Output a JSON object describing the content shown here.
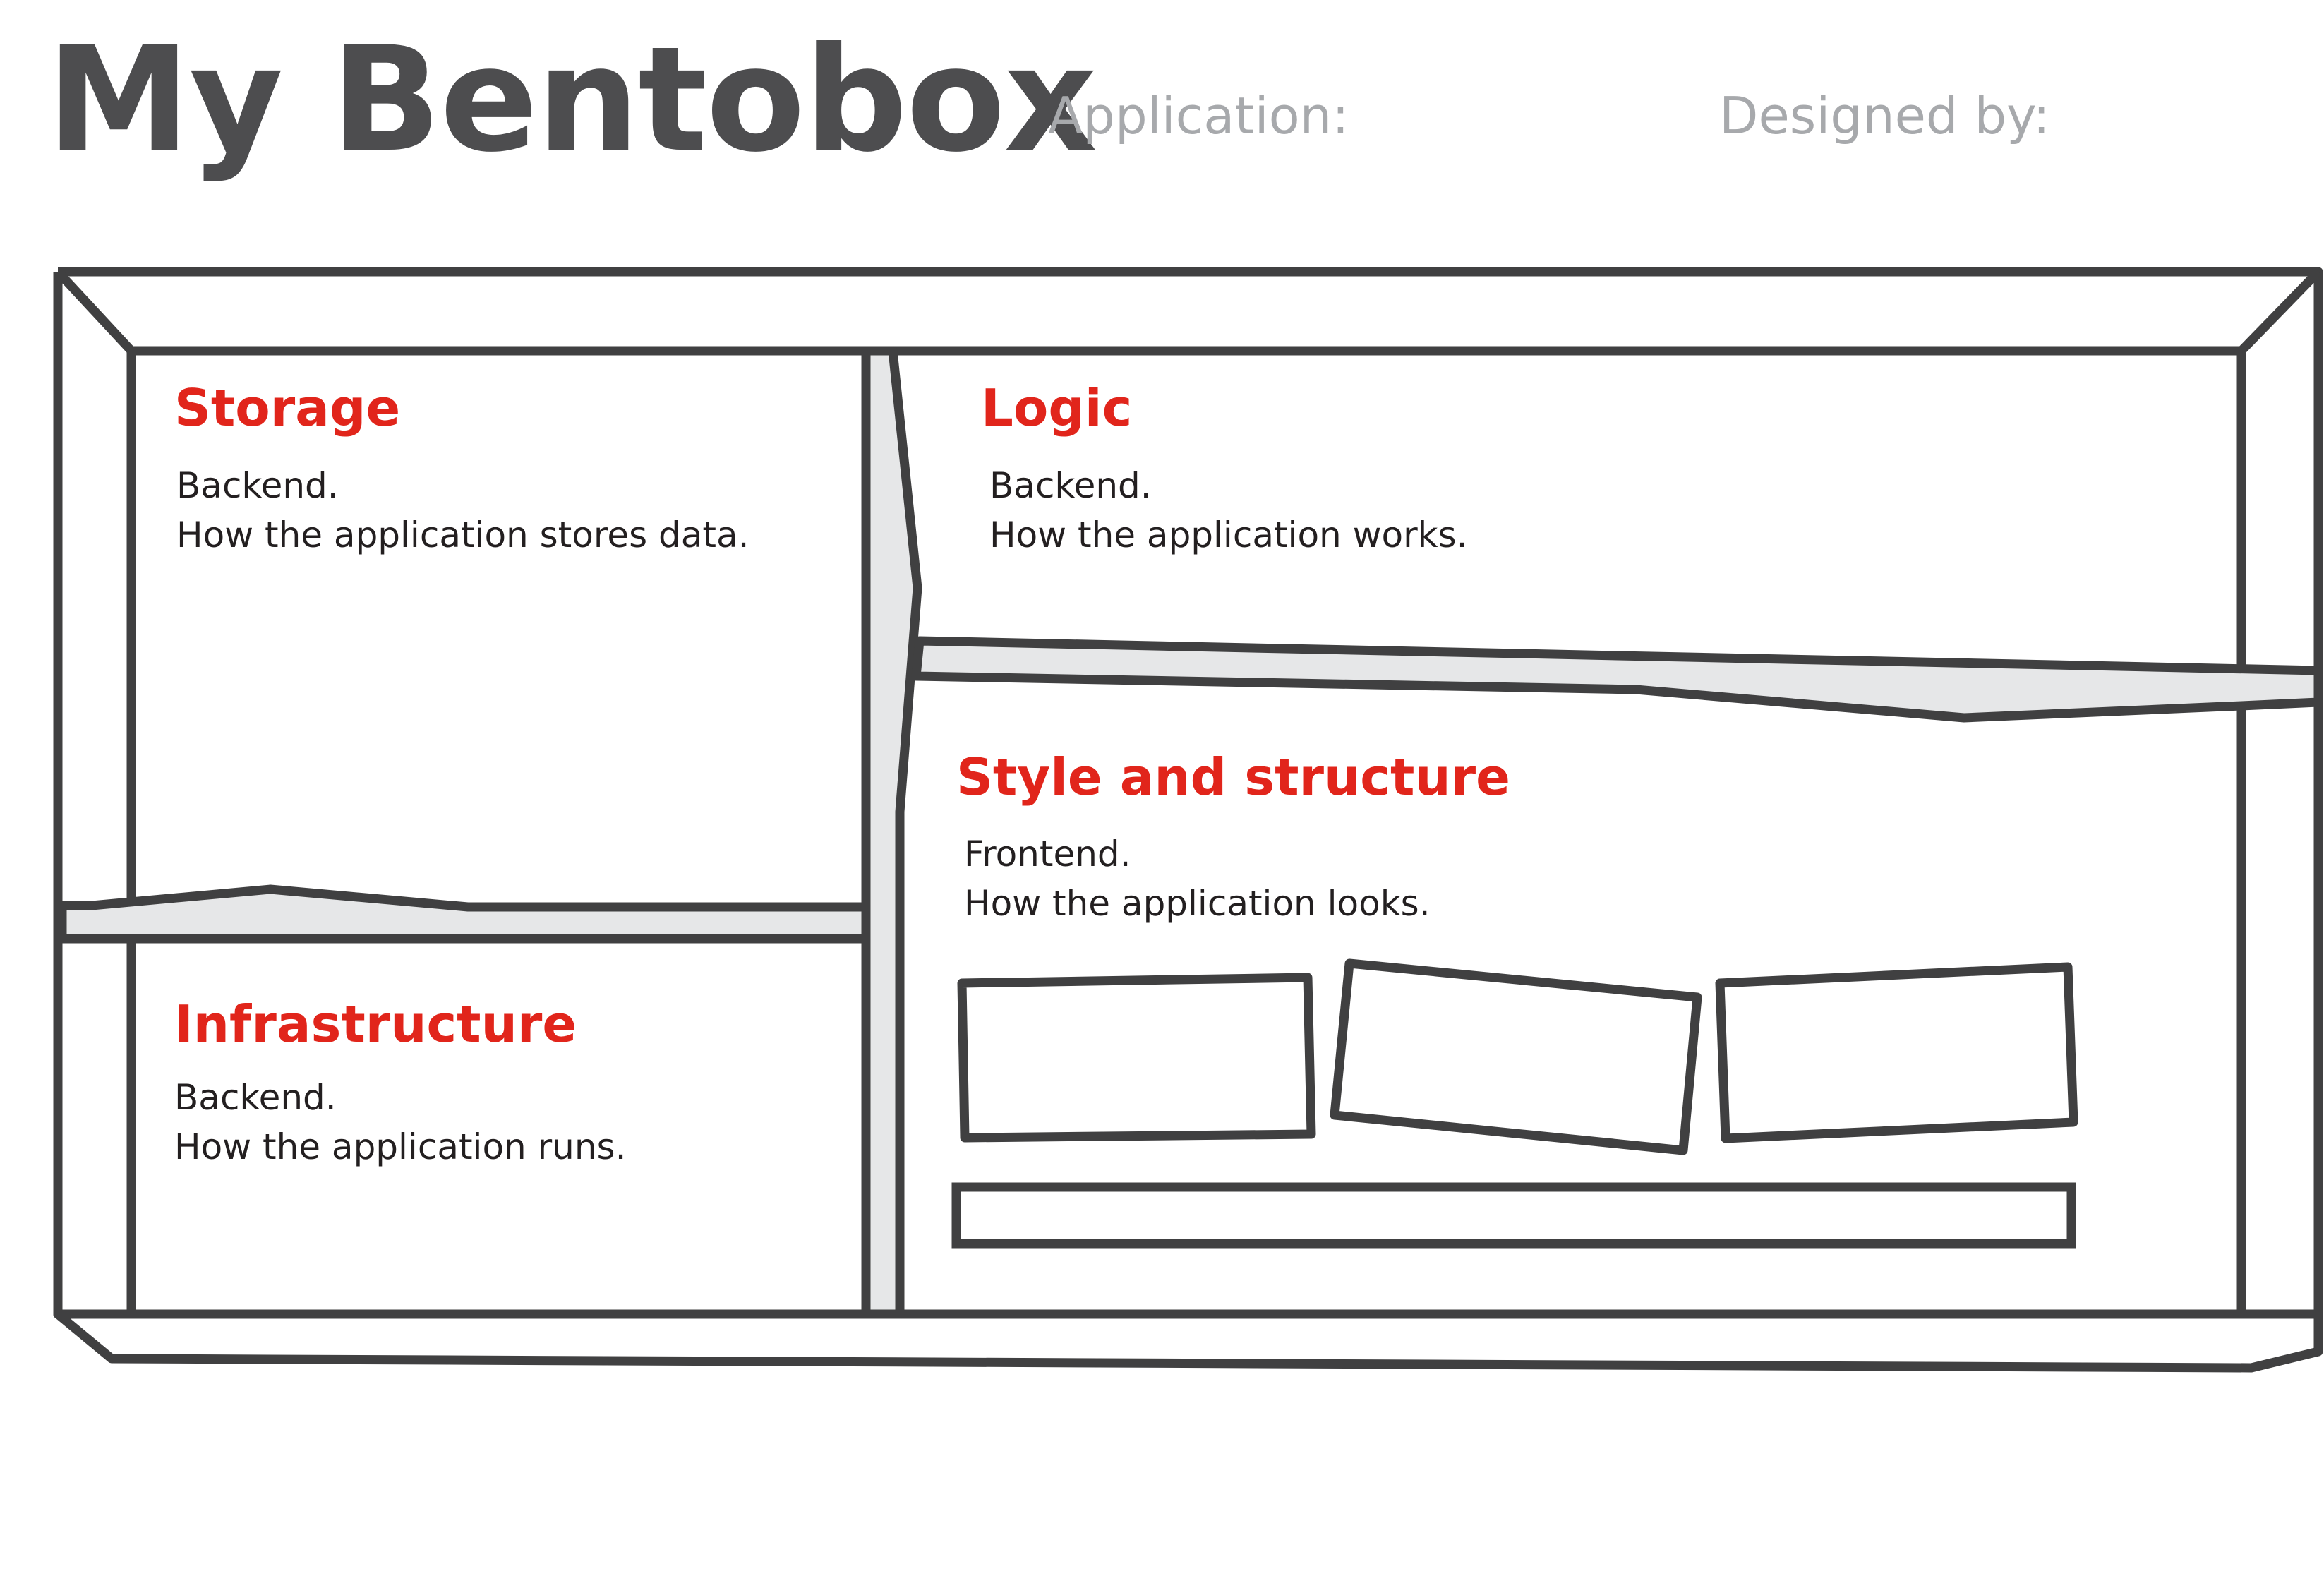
{
  "title": "My Bentobox",
  "fields": {
    "application_label": "Application:",
    "designer_label": "Designed by:"
  },
  "compartments": {
    "storage": {
      "title": "Storage",
      "layer": "Backend.",
      "description": "How the application stores data."
    },
    "logic": {
      "title": "Logic",
      "layer": "Backend.",
      "description": "How the application works."
    },
    "infrastructure": {
      "title": "Infrastructure",
      "layer": "Backend.",
      "description": "How the application runs."
    },
    "style": {
      "title": "Style and structure",
      "layer": "Frontend.",
      "description": "How the application looks."
    }
  },
  "colors": {
    "outline": "#404041",
    "divider_fill": "#e6e7e8",
    "heading": "#e1251b",
    "title": "#4d4d4f",
    "meta": "#a7a9ac",
    "body_text": "#231f20"
  }
}
